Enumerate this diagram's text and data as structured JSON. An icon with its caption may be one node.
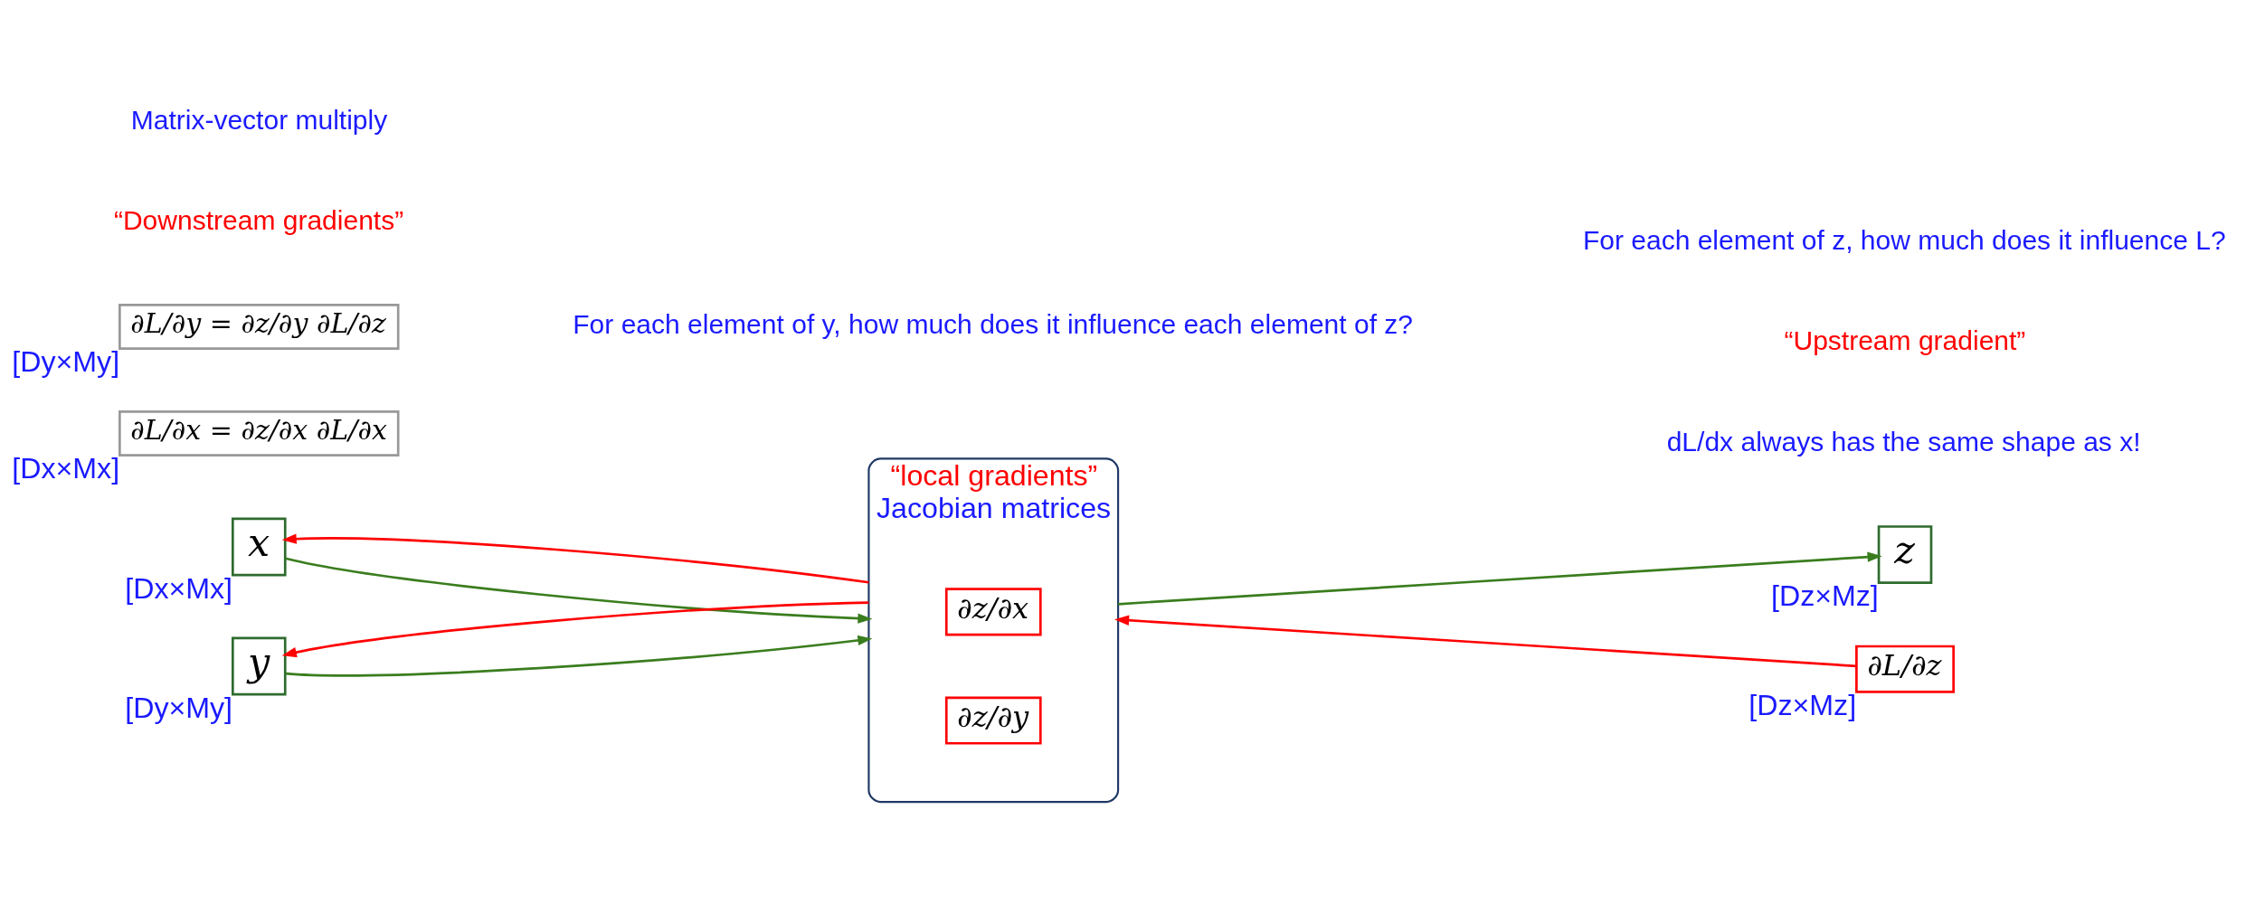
{
  "diagram": {
    "nodes": [
      {
        "text": [
          "x"
        ],
        "beside": [
          "[Dx×Mx]"
        ]
      },
      {
        "text": [
          "∂L/∂x = ∂z/∂x ∂L/∂x"
        ],
        "beside": [
          "[Dx×Mx]"
        ]
      },
      {
        "text": [
          "“local gradients”",
          "Jacobian matrices"
        ]
      },
      {
        "text": [
          "∂z/∂x"
        ],
        "in": 2
      },
      {
        "text": [
          "∂z/∂y"
        ],
        "in": 2
      },
      {
        "text": [
          "y"
        ],
        "beside": [
          "[Dy×My]"
        ]
      },
      {
        "text": [
          "∂L/∂y = ∂z/∂y ∂L/∂z"
        ],
        "beside": [
          "[Dy×My]"
        ]
      },
      {
        "text": [
          "z"
        ],
        "beside": [
          "[Dz×Mz]"
        ]
      },
      {
        "text": [
          "∂L/∂z"
        ],
        "beside": [
          "[Dz×Mz]"
        ]
      }
    ],
    "edges": [
      {
        "from": 0,
        "to": 2,
        "arrow": "to",
        "color": "#3a7d1e"
      },
      {
        "from": 2,
        "to": 0,
        "arrow": "to",
        "color": "#ff0000"
      },
      {
        "from": 5,
        "to": 2,
        "arrow": "to",
        "color": "#3a7d1e"
      },
      {
        "from": 2,
        "to": 5,
        "arrow": "to",
        "color": "#ff0000"
      },
      {
        "from": 2,
        "to": 7,
        "arrow": "to",
        "color": "#3a7d1e"
      },
      {
        "from": 8,
        "to": 2,
        "arrow": "to",
        "color": "#ff0000"
      }
    ],
    "labels": [
      "dL/dx always has the same shape as x!",
      "“Downstream gradients”",
      "Matrix-vector multiply",
      "“Upstream gradient”",
      "For each element of y, how much does it influence each element of z?",
      "For each element of z, how much does it influence L?"
    ]
  }
}
